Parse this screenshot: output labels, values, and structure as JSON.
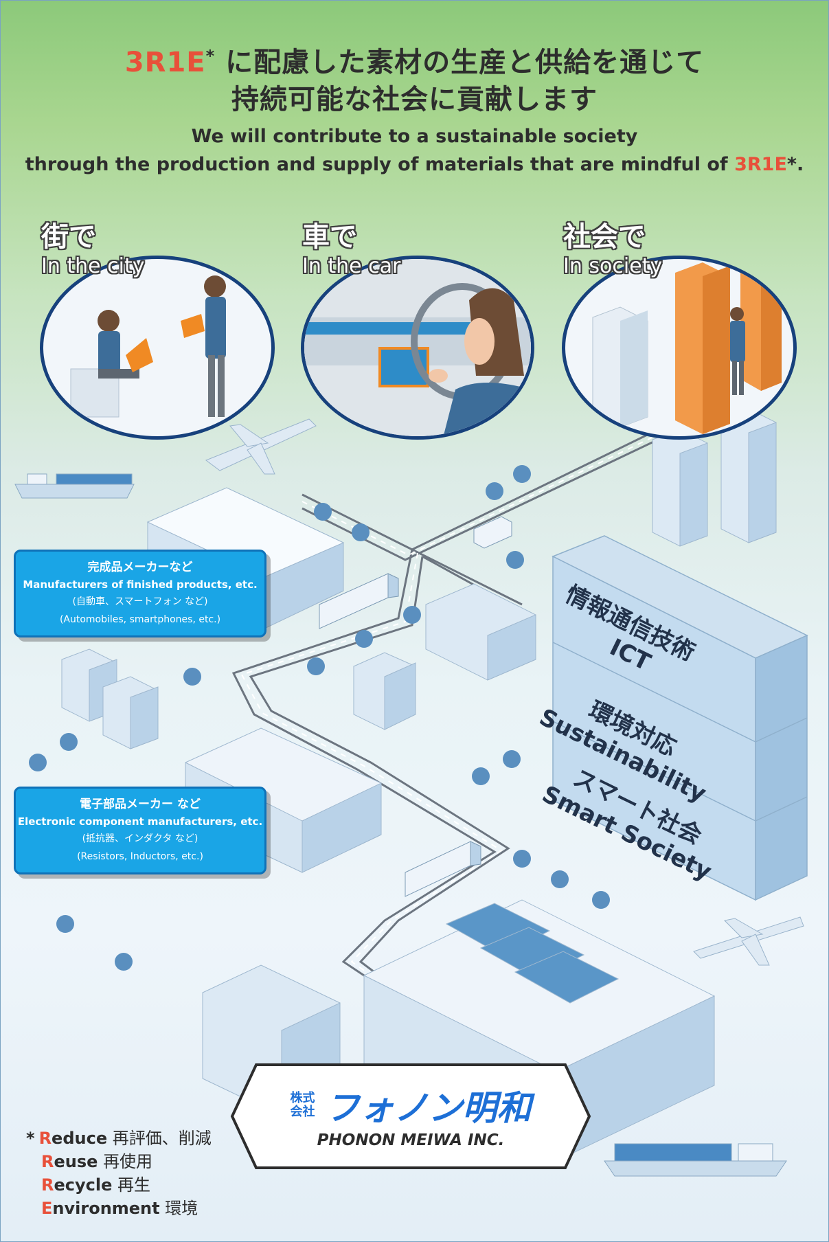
{
  "headline": {
    "accent": "3R1E",
    "asterisk": "*",
    "jp_line1_rest": " に配慮した素材の生産と供給を通じて",
    "jp_line2": "持続可能な社会に貢献します",
    "en_line1": "We will contribute to a sustainable society",
    "en_line2_pre": "through the production and supply of materials that are mindful of ",
    "en_line2_accent": "3R1E",
    "en_line2_post": "*."
  },
  "scenes": [
    {
      "jp": "街で",
      "en": "In the city"
    },
    {
      "jp": "車で",
      "en": "In the car"
    },
    {
      "jp": "社会で",
      "en": "In society"
    }
  ],
  "callouts": [
    {
      "jp": "完成品メーカーなど",
      "en": "Manufacturers of finished products, etc.",
      "jp_sub": "(自動車、スマートフォン など)",
      "en_sub": "(Automobiles, smartphones, etc.)"
    },
    {
      "jp": "電子部品メーカー など",
      "en": "Electronic component manufacturers, etc.",
      "jp_sub": "(抵抗器、インダクタ など)",
      "en_sub": "(Resistors, Inductors, etc.)"
    }
  ],
  "fields": [
    {
      "jp": "情報通信技術",
      "en": "ICT"
    },
    {
      "jp": "環境対応",
      "en": "Sustainability"
    },
    {
      "jp": "スマート社会",
      "en": "Smart Society"
    }
  ],
  "logo": {
    "kabushiki_top": "株式",
    "kabushiki_bottom": "会社",
    "name_jp": "フォノン明和",
    "name_en": "PHONON MEIWA INC."
  },
  "footnote": {
    "mark": "*",
    "items": [
      {
        "initial": "R",
        "rest": "educe",
        "jp": "再評価、削減"
      },
      {
        "initial": "R",
        "rest": "euse",
        "jp": "再使用"
      },
      {
        "initial": "R",
        "rest": "ecycle",
        "jp": "再生"
      },
      {
        "initial": "E",
        "rest": "nvironment",
        "jp": "環境"
      }
    ]
  },
  "colors": {
    "accent": "#e8503a",
    "callout_blue": "#1aa5e6",
    "logo_blue": "#1d6fd6",
    "circle_border": "#17417c"
  }
}
